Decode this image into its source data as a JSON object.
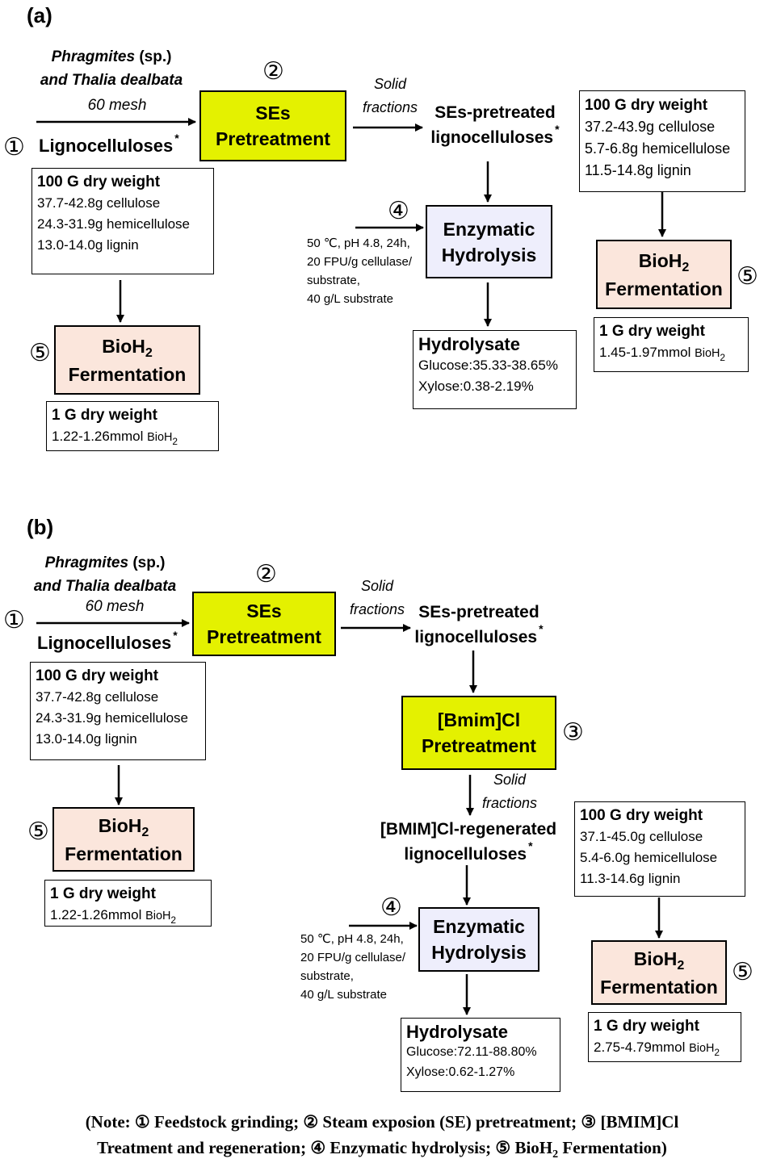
{
  "panel_a": {
    "label": "(a)",
    "source_line1": "Phragmites",
    "source_line1b": "(sp.)",
    "source_line2": "and Thalia dealbata",
    "mesh": "60 mesh",
    "feedstock": "Lignocelluloses",
    "asterisk": "*",
    "step1": "①",
    "step2": "②",
    "step4": "④",
    "step5_left": "⑤",
    "step5_right": "⑤",
    "pretreatment_line1": "SEs",
    "pretreatment_line2": "Pretreatment",
    "solid_line1": "Solid",
    "solid_line2": "fractions",
    "pretreated_line1": "SEs-pretreated",
    "pretreated_line2": "lignocelluloses",
    "raw_composition": {
      "header": "100 G dry weight",
      "cellulose": "37.7-42.8g cellulose",
      "hemicellulose": "24.3-31.9g hemicellulose",
      "lignin": "13.0-14.0g lignin"
    },
    "pretreated_composition": {
      "header": "100 G  dry weight",
      "cellulose": "37.2-43.9g cellulose",
      "hemicellulose": "5.7-6.8g hemicellulose",
      "lignin": "11.5-14.8g lignin"
    },
    "enzymatic_line1": "Enzymatic",
    "enzymatic_line2": "Hydrolysis",
    "conditions": [
      "50 ℃, pH 4.8, 24h,",
      "20 FPU/g cellulase/",
      "substrate,",
      "40 g/L substrate"
    ],
    "hydrolysate": {
      "title": "Hydrolysate",
      "glucose": "Glucose:35.33-38.65%",
      "xylose": "Xylose:0.38-2.19%"
    },
    "bioh2_left": {
      "line1": "BioH",
      "sub": "2",
      "line2": "Fermentation"
    },
    "bioh2_right": {
      "line1": "BioH",
      "sub": "2",
      "line2": "Fermentation"
    },
    "yield_left": {
      "header": "1 G dry weight",
      "value": "1.22-1.26mmol",
      "unit": "BioH",
      "unit_sub": "2"
    },
    "yield_right": {
      "header": "1 G dry weight",
      "value": "1.45-1.97mmol",
      "unit": "BioH",
      "unit_sub": "2"
    }
  },
  "panel_b": {
    "label": "(b)",
    "source_line1": "Phragmites",
    "source_line1b": "(sp.)",
    "source_line2": "and Thalia dealbata",
    "mesh": "60 mesh",
    "feedstock": "Lignocelluloses",
    "asterisk": "*",
    "step1": "①",
    "step2": "②",
    "step3": "③",
    "step4": "④",
    "step5_left": "⑤",
    "step5_right": "⑤",
    "pretreatment_line1": "SEs",
    "pretreatment_line2": "Pretreatment",
    "solid_line1": "Solid",
    "solid_line2": "fractions",
    "pretreated_line1": "SEs-pretreated",
    "pretreated_line2": "lignocelluloses",
    "il_line1": "[Bmim]Cl",
    "il_line2": "Pretreatment",
    "solid2_line1": "Solid",
    "solid2_line2": "fractions",
    "regenerated_line1": "[BMIM]Cl-regenerated",
    "regenerated_line2": "lignocelluloses",
    "raw_composition": {
      "header": "100 G dry weight",
      "cellulose": "37.7-42.8g cellulose",
      "hemicellulose": "24.3-31.9g hemicellulose",
      "lignin": "13.0-14.0g lignin"
    },
    "regenerated_composition": {
      "header": "100 G  dry weight",
      "cellulose": "37.1-45.0g cellulose",
      "hemicellulose": "5.4-6.0g hemicellulose",
      "lignin": "11.3-14.6g lignin"
    },
    "enzymatic_line1": "Enzymatic",
    "enzymatic_line2": "Hydrolysis",
    "conditions": [
      "50 ℃, pH 4.8, 24h,",
      "20 FPU/g cellulase/",
      "substrate,",
      "40 g/L substrate"
    ],
    "hydrolysate": {
      "title": "Hydrolysate",
      "glucose": "Glucose:72.11-88.80%",
      "xylose": "Xylose:0.62-1.27%"
    },
    "bioh2_left": {
      "line1": "BioH",
      "sub": "2",
      "line2": "Fermentation"
    },
    "bioh2_right": {
      "line1": "BioH",
      "sub": "2",
      "line2": "Fermentation"
    },
    "yield_left": {
      "header": "1 G dry weight",
      "value": "1.22-1.26mmol",
      "unit": "BioH",
      "unit_sub": "2"
    },
    "yield_right": {
      "header": "1 G dry weight",
      "value": "2.75-4.79mmol",
      "unit": "BioH",
      "unit_sub": "2"
    }
  },
  "note": {
    "line1": "(Note: ① Feedstock grinding; ② Steam exposion (SE) pretreatment; ③ [BMIM]Cl",
    "line2": "Treatment and regeneration; ④ Enzymatic hydrolysis; ⑤ BioH",
    "line2_sub": "2",
    "line2_end": " Fermentation)"
  }
}
